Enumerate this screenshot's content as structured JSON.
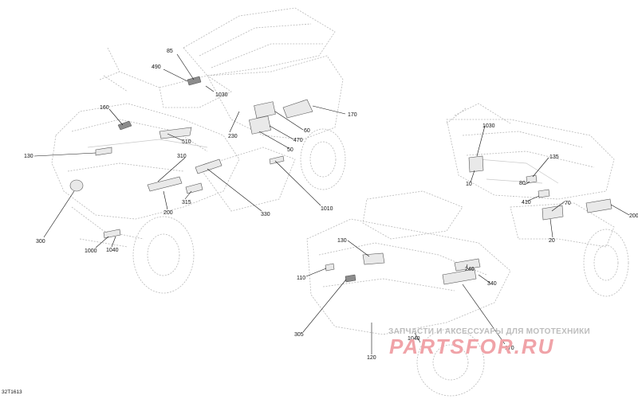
{
  "drawing_code": "32T1613",
  "watermark": {
    "caption": "ЗАПЧАСТИ И АКСЕССУАРЫ ДЛЯ МОТОТЕХНИКИ",
    "logo": "PARTSFOR.RU"
  },
  "left_vehicle": {
    "callouts": [
      "85",
      "490",
      "1030",
      "160",
      "170",
      "60",
      "470",
      "50",
      "510",
      "230",
      "130",
      "310",
      "300",
      "200",
      "315",
      "330",
      "1010",
      "1000",
      "1040"
    ]
  },
  "right_vehicle": {
    "callouts": [
      "1030",
      "135",
      "10",
      "80",
      "410",
      "70",
      "200",
      "20",
      "130",
      "110",
      "240",
      "340",
      "305",
      "1040",
      "170",
      "120"
    ]
  },
  "colors": {
    "line": "#111111",
    "sketch": "#b9b9b9",
    "watermark_logo": "#f0a3a8",
    "watermark_caption": "#bdbdbd"
  }
}
